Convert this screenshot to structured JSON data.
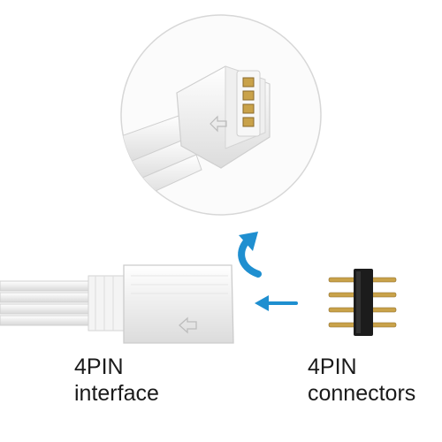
{
  "interface_label": {
    "line1": "4PIN",
    "line2": "interface"
  },
  "connectors_label": {
    "line1": "4PIN",
    "line2": "connectors"
  },
  "colors": {
    "arrow": "#1f8fd0",
    "cable": "#f2f2f2",
    "pin_gold": "#c9a24a",
    "connector_block": "#1c1c1c"
  },
  "icons": [
    "curved-arrow-icon",
    "left-arrow-icon",
    "arrow-mark-icon"
  ]
}
